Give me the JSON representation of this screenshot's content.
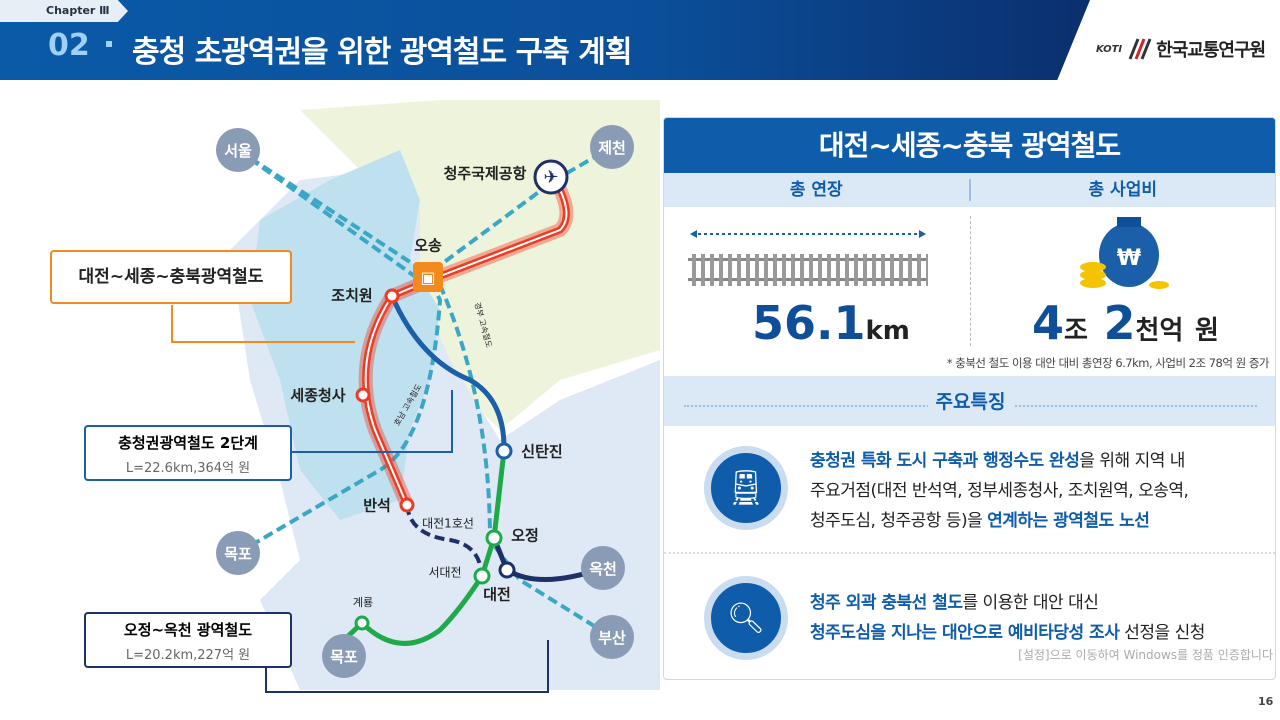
{
  "header": {
    "chapter": "Chapter Ⅲ",
    "number": "02",
    "title": "충청 초광역권을 위한 광역철도 구축 계획",
    "logo_abbr": "KOTI",
    "logo_name": "한국교통연구원"
  },
  "map": {
    "cities": [
      "서울",
      "제천",
      "목포",
      "옥천",
      "부산",
      "목포"
    ],
    "stations": {
      "airport": "청주국제공항",
      "osong": "오송",
      "jochiwon": "조치원",
      "sejong": "세종청사",
      "banseok": "반석",
      "sintanjin": "신탄진",
      "ojeong": "오정",
      "seodaejeon": "서대전",
      "daejeon": "대전",
      "gyeryong": "계룡"
    },
    "lines": {
      "daejeon1": "대전1호선",
      "honam": "호남 고속철도",
      "gyeongbu": "경부 고속철도"
    },
    "callouts": [
      {
        "title": "대전~세종~충북광역철도"
      },
      {
        "title": "충청권광역철도 2단계",
        "detail": "L=22.6km,364억 원"
      },
      {
        "title": "오정~옥천 광역철도",
        "detail": "L=20.2km,227억 원"
      }
    ],
    "colors": {
      "red": "#ef3b24",
      "blue": "#1a5fa8",
      "green": "#1faa4a",
      "navy": "#1d3068",
      "teal": "#3aa7c4"
    }
  },
  "panel": {
    "title": "대전~세종~충북 광역철도",
    "col1": "총 연장",
    "col2": "총 사업비",
    "length_value": "56.1",
    "length_unit": "km",
    "cost_a": "4",
    "cost_a_unit": "조",
    "cost_b": "2",
    "cost_b_unit": "천억",
    "cost_won": "원",
    "note": "* 충북선 철도 이용 대안 대비 총연장 6.7km, 사업비 2조 78억 원 증가",
    "features_title": "주요특징",
    "feature1": {
      "h1": "충청권 특화 도시 구축과 행정수도 완성",
      "t1": "을 위해 지역 내",
      "t2": "주요거점(대전 반석역, 정부세종청사, 조치원역, 오송역,",
      "t3": "청주도심, 청주공항 등)을 ",
      "h2": "연계하는 광역철도 노선"
    },
    "feature2": {
      "h1": "청주 외곽 충북선 철도",
      "t1": "를 이용한 대안 대신",
      "h2": "청주도심을 지나는 대안으로 예비타당성 조사",
      "t2": " 선정을 신청"
    }
  },
  "watermark": "[설정]으로 이동하여 Windows를 정품 인증합니다",
  "page_number": "16"
}
